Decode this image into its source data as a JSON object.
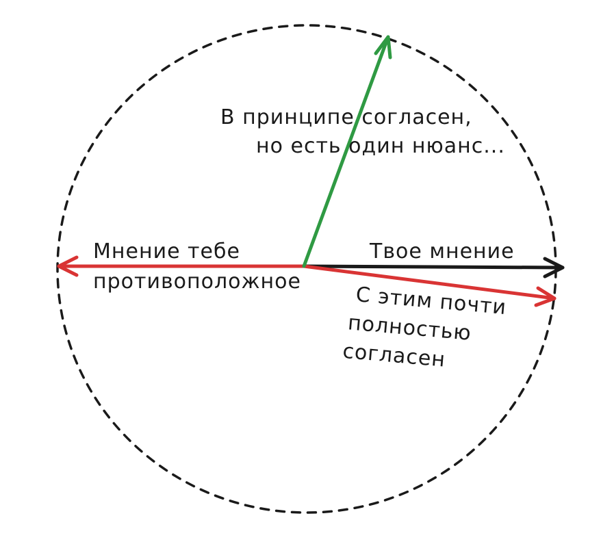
{
  "colors": {
    "circle": "#1a1a1a",
    "your_opinion": "#1a1a1a",
    "opposite": "#d93434",
    "almost_agree": "#d93434",
    "partial_agree": "#2f9a43",
    "text": "#1a1a1a"
  },
  "labels": {
    "partial_agree_line1": "В принципе согласен,",
    "partial_agree_line2": "но есть один нюанс...",
    "opposite_line1": "Мнение тебе",
    "opposite_line2": "противоположное",
    "your_opinion": "Твое мнение",
    "almost_agree_line1": "С этим почти",
    "almost_agree_line2": "полностью",
    "almost_agree_line3": "согласен"
  }
}
